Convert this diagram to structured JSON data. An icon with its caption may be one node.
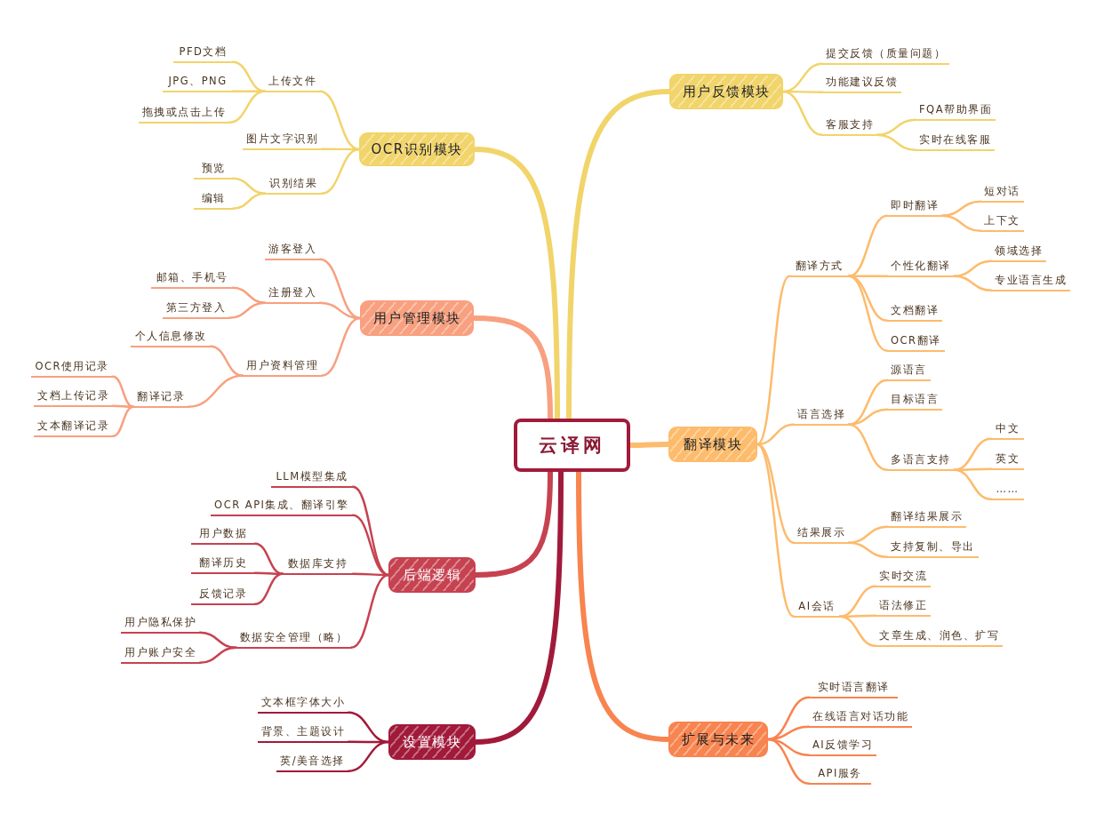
{
  "diagram": {
    "nodes": [
      {
        "text": [
          "云译网"
        ]
      },
      {
        "text": [
          "OCR识别模块"
        ]
      },
      {
        "text": [
          "上传文件"
        ]
      },
      {
        "text": [
          "PFD文档"
        ]
      },
      {
        "text": [
          "JPG、PNG"
        ]
      },
      {
        "text": [
          "拖拽或点击上传"
        ]
      },
      {
        "text": [
          "图片文字识别"
        ]
      },
      {
        "text": [
          "识别结果"
        ]
      },
      {
        "text": [
          "预览"
        ]
      },
      {
        "text": [
          "编辑"
        ]
      },
      {
        "text": [
          "用户管理模块"
        ]
      },
      {
        "text": [
          "游客登入"
        ]
      },
      {
        "text": [
          "注册登入"
        ]
      },
      {
        "text": [
          "邮箱、手机号"
        ]
      },
      {
        "text": [
          "第三方登入"
        ]
      },
      {
        "text": [
          "用户资料管理"
        ]
      },
      {
        "text": [
          "个人信息修改"
        ]
      },
      {
        "text": [
          "翻译记录"
        ]
      },
      {
        "text": [
          "OCR使用记录"
        ]
      },
      {
        "text": [
          "文档上传记录"
        ]
      },
      {
        "text": [
          "文本翻译记录"
        ]
      },
      {
        "text": [
          "后端逻辑"
        ]
      },
      {
        "text": [
          "LLM模型集成"
        ]
      },
      {
        "text": [
          "OCR API集成、翻译引擎"
        ]
      },
      {
        "text": [
          "数据库支持"
        ]
      },
      {
        "text": [
          "用户数据"
        ]
      },
      {
        "text": [
          "翻译历史"
        ]
      },
      {
        "text": [
          "反馈记录"
        ]
      },
      {
        "text": [
          "数据安全管理（略）"
        ]
      },
      {
        "text": [
          "用户隐私保护"
        ]
      },
      {
        "text": [
          "用户账户安全"
        ]
      },
      {
        "text": [
          "设置模块"
        ]
      },
      {
        "text": [
          "文本框字体大小"
        ]
      },
      {
        "text": [
          "背景、主题设计"
        ]
      },
      {
        "text": [
          "英/美音选择"
        ]
      },
      {
        "text": [
          "用户反馈模块"
        ]
      },
      {
        "text": [
          "提交反馈（质量问题）"
        ]
      },
      {
        "text": [
          "功能建议反馈"
        ]
      },
      {
        "text": [
          "客服支持"
        ]
      },
      {
        "text": [
          "FQA帮助界面"
        ]
      },
      {
        "text": [
          "实时在线客服"
        ]
      },
      {
        "text": [
          "翻译模块"
        ]
      },
      {
        "text": [
          "翻译方式"
        ]
      },
      {
        "text": [
          "即时翻译"
        ]
      },
      {
        "text": [
          "短对话"
        ]
      },
      {
        "text": [
          "上下文"
        ]
      },
      {
        "text": [
          "个性化翻译"
        ]
      },
      {
        "text": [
          "领域选择"
        ]
      },
      {
        "text": [
          "专业语言生成"
        ]
      },
      {
        "text": [
          "文档翻译"
        ]
      },
      {
        "text": [
          "OCR翻译"
        ]
      },
      {
        "text": [
          "语言选择"
        ]
      },
      {
        "text": [
          "源语言"
        ]
      },
      {
        "text": [
          "目标语言"
        ]
      },
      {
        "text": [
          "多语言支持"
        ]
      },
      {
        "text": [
          "中文"
        ]
      },
      {
        "text": [
          "英文"
        ]
      },
      {
        "text": [
          "……"
        ]
      },
      {
        "text": [
          "结果展示"
        ]
      },
      {
        "text": [
          "翻译结果展示"
        ]
      },
      {
        "text": [
          "支持复制、导出"
        ]
      },
      {
        "text": [
          "AI会话"
        ]
      },
      {
        "text": [
          "实时交流"
        ]
      },
      {
        "text": [
          "语法修正"
        ]
      },
      {
        "text": [
          "文章生成、润色、扩写"
        ]
      },
      {
        "text": [
          "扩展与未来"
        ]
      },
      {
        "text": [
          "实时语言翻译"
        ]
      },
      {
        "text": [
          "在线语言对话功能"
        ]
      },
      {
        "text": [
          "AI反馈学习"
        ]
      },
      {
        "text": [
          "API服务"
        ]
      }
    ],
    "edges": [
      {
        "from": 0,
        "to": 1,
        "arrow": "none",
        "style": "thick",
        "color": "#f1d46a"
      },
      {
        "from": 1,
        "to": 2,
        "arrow": "none",
        "color": "#f1d46a"
      },
      {
        "from": 2,
        "to": 3,
        "arrow": "none",
        "color": "#f1d46a"
      },
      {
        "from": 2,
        "to": 4,
        "arrow": "none",
        "color": "#f1d46a"
      },
      {
        "from": 2,
        "to": 5,
        "arrow": "none",
        "color": "#f1d46a"
      },
      {
        "from": 1,
        "to": 6,
        "arrow": "none",
        "color": "#f1d46a"
      },
      {
        "from": 1,
        "to": 7,
        "arrow": "none",
        "color": "#f1d46a"
      },
      {
        "from": 7,
        "to": 8,
        "arrow": "none",
        "color": "#f1d46a"
      },
      {
        "from": 7,
        "to": 9,
        "arrow": "none",
        "color": "#f1d46a"
      },
      {
        "from": 0,
        "to": 10,
        "arrow": "none",
        "style": "thick",
        "color": "#f8a07f"
      },
      {
        "from": 10,
        "to": 11,
        "arrow": "none",
        "color": "#f8a07f"
      },
      {
        "from": 10,
        "to": 12,
        "arrow": "none",
        "color": "#f8a07f"
      },
      {
        "from": 12,
        "to": 13,
        "arrow": "none",
        "color": "#f8a07f"
      },
      {
        "from": 12,
        "to": 14,
        "arrow": "none",
        "color": "#f8a07f"
      },
      {
        "from": 10,
        "to": 15,
        "arrow": "none",
        "color": "#f8a07f"
      },
      {
        "from": 15,
        "to": 16,
        "arrow": "none",
        "color": "#f8a07f"
      },
      {
        "from": 15,
        "to": 17,
        "arrow": "none",
        "color": "#f8a07f"
      },
      {
        "from": 17,
        "to": 18,
        "arrow": "none",
        "color": "#f8a07f"
      },
      {
        "from": 17,
        "to": 19,
        "arrow": "none",
        "color": "#f8a07f"
      },
      {
        "from": 17,
        "to": 20,
        "arrow": "none",
        "color": "#f8a07f"
      },
      {
        "from": 0,
        "to": 21,
        "arrow": "none",
        "style": "thick",
        "color": "#c64250"
      },
      {
        "from": 21,
        "to": 22,
        "arrow": "none",
        "color": "#c64250"
      },
      {
        "from": 21,
        "to": 23,
        "arrow": "none",
        "color": "#c64250"
      },
      {
        "from": 21,
        "to": 24,
        "arrow": "none",
        "color": "#c64250"
      },
      {
        "from": 24,
        "to": 25,
        "arrow": "none",
        "color": "#c64250"
      },
      {
        "from": 24,
        "to": 26,
        "arrow": "none",
        "color": "#c64250"
      },
      {
        "from": 24,
        "to": 27,
        "arrow": "none",
        "color": "#c64250"
      },
      {
        "from": 21,
        "to": 28,
        "arrow": "none",
        "color": "#c64250"
      },
      {
        "from": 28,
        "to": 29,
        "arrow": "none",
        "color": "#c64250"
      },
      {
        "from": 28,
        "to": 30,
        "arrow": "none",
        "color": "#c64250"
      },
      {
        "from": 0,
        "to": 31,
        "arrow": "none",
        "style": "thick",
        "color": "#a11a3a"
      },
      {
        "from": 31,
        "to": 32,
        "arrow": "none",
        "color": "#a11a3a"
      },
      {
        "from": 31,
        "to": 33,
        "arrow": "none",
        "color": "#a11a3a"
      },
      {
        "from": 31,
        "to": 34,
        "arrow": "none",
        "color": "#a11a3a"
      },
      {
        "from": 0,
        "to": 35,
        "arrow": "none",
        "style": "thick",
        "color": "#f1d46a"
      },
      {
        "from": 35,
        "to": 36,
        "arrow": "none",
        "color": "#f1d46a"
      },
      {
        "from": 35,
        "to": 37,
        "arrow": "none",
        "color": "#f1d46a"
      },
      {
        "from": 35,
        "to": 38,
        "arrow": "none",
        "color": "#f1d46a"
      },
      {
        "from": 38,
        "to": 39,
        "arrow": "none",
        "color": "#f1d46a"
      },
      {
        "from": 38,
        "to": 40,
        "arrow": "none",
        "color": "#f1d46a"
      },
      {
        "from": 0,
        "to": 41,
        "arrow": "none",
        "style": "thick"
      },
      {
        "from": 41,
        "to": 42,
        "arrow": "none"
      },
      {
        "from": 42,
        "to": 43,
        "arrow": "none"
      },
      {
        "from": 43,
        "to": 44,
        "arrow": "none"
      },
      {
        "from": 43,
        "to": 45,
        "arrow": "none"
      },
      {
        "from": 42,
        "to": 46,
        "arrow": "none"
      },
      {
        "from": 46,
        "to": 47,
        "arrow": "none"
      },
      {
        "from": 46,
        "to": 48,
        "arrow": "none"
      },
      {
        "from": 42,
        "to": 49,
        "arrow": "none"
      },
      {
        "from": 42,
        "to": 50,
        "arrow": "none"
      },
      {
        "from": 41,
        "to": 51,
        "arrow": "none"
      },
      {
        "from": 51,
        "to": 52,
        "arrow": "none"
      },
      {
        "from": 51,
        "to": 53,
        "arrow": "none"
      },
      {
        "from": 51,
        "to": 54,
        "arrow": "none"
      },
      {
        "from": 54,
        "to": 55,
        "arrow": "none"
      },
      {
        "from": 54,
        "to": 56,
        "arrow": "none"
      },
      {
        "from": 54,
        "to": 57,
        "arrow": "none"
      },
      {
        "from": 41,
        "to": 58,
        "arrow": "none"
      },
      {
        "from": 58,
        "to": 59,
        "arrow": "none"
      },
      {
        "from": 58,
        "to": 60,
        "arrow": "none"
      },
      {
        "from": 41,
        "to": 61,
        "arrow": "none"
      },
      {
        "from": 61,
        "to": 62,
        "arrow": "none"
      },
      {
        "from": 61,
        "to": 63,
        "arrow": "none"
      },
      {
        "from": 61,
        "to": 64,
        "arrow": "none"
      },
      {
        "from": 0,
        "to": 65,
        "arrow": "none",
        "style": "thick",
        "color": "#f8844f"
      },
      {
        "from": 65,
        "to": 66,
        "arrow": "none",
        "color": "#f8844f"
      },
      {
        "from": 65,
        "to": 67,
        "arrow": "none",
        "color": "#f8844f"
      },
      {
        "from": 65,
        "to": 68,
        "arrow": "none",
        "color": "#f8844f"
      },
      {
        "from": 65,
        "to": 69,
        "arrow": "none",
        "color": "#f8844f"
      }
    ]
  }
}
